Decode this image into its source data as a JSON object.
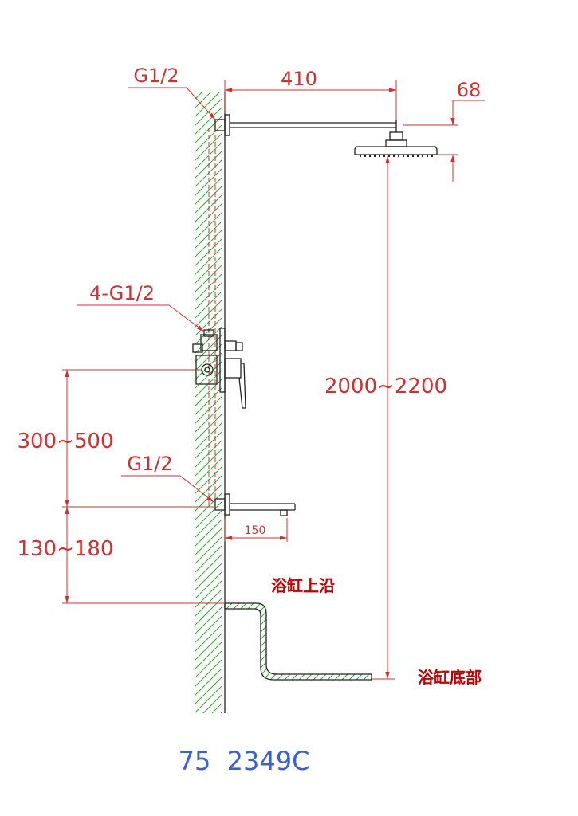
{
  "dimensions": {
    "arm_length": "410",
    "head_drop": "68",
    "head_height": "2000~2200",
    "valve_height": "300~500",
    "spout_height": "130~180",
    "spout_length": "150"
  },
  "connections": {
    "top": "G1/2",
    "valve": "4-G1/2",
    "spout": "G1/2"
  },
  "labels": {
    "tub_rim": "浴缸上沿",
    "tub_bottom": "浴缸底部"
  },
  "model_number": "75  2349C",
  "colors": {
    "dimension": "#d03030",
    "wall_hatch": "#3aaa35",
    "chinese_label": "#c00000",
    "model_number": "#3a62c8",
    "outline": "#222222"
  }
}
